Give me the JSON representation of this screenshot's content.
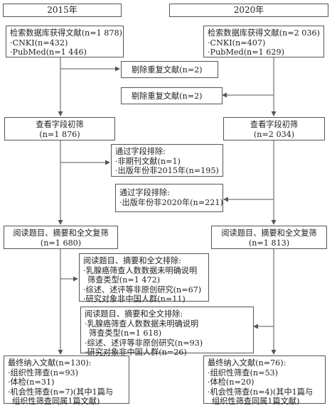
{
  "year_2015": {
    "header": "2015年",
    "search": {
      "title": "检索数据库获得文献(n=1 878)",
      "items": [
        "·CNKI(n=432)",
        "·PubMed(n=1 446)"
      ]
    },
    "dedup": "剔除重复文献(n=2)",
    "screen": {
      "title": "查看字段初筛",
      "count": "(n=1 876)"
    },
    "exclude1": {
      "title": "通过字段排除:",
      "items": [
        "·非期刊文献(n=1)",
        "·出版年份非2015年(n=195)"
      ]
    },
    "review": {
      "title": "阅读题目、摘要和全文复筛",
      "count": "(n=1 680)"
    },
    "exclude2": {
      "title": "阅读题目、摘要和全文排除:",
      "items": [
        "·乳腺癌筛查人数数据未明确说明",
        "筛查类型(n=1 472)",
        "·综述、述评等非原创研究(n=67)",
        "·研究对象非中国人群(n=11)"
      ]
    },
    "final": {
      "title": "最终纳入文献(n=130):",
      "items": [
        "·组织性筛查(n=93)",
        "·体检(n=31)",
        "·机会性筛查(n=7)(其中1篇与",
        "组织性筛查同属1篇文献)"
      ]
    }
  },
  "year_2020": {
    "header": "2020年",
    "search": {
      "title": "检索数据库获得文献(n=2 036)",
      "items": [
        "·CNKI(n=407)",
        "·PubMed(n=1 629)"
      ]
    },
    "dedup": "剔除重复文献(n=2)",
    "screen": {
      "title": "查看字段初筛",
      "count": "(n=2 034)"
    },
    "exclude1": {
      "title": "通过字段排除:",
      "items": [
        "·出版年份非2020年(n=221)"
      ]
    },
    "review": {
      "title": "阅读题目、摘要和全文复筛",
      "count": "(n=1 813)"
    },
    "exclude2": {
      "title": "阅读题目、摘要和全文排除:",
      "items": [
        "·乳腺癌筛查人数数据未明确说明",
        "筛查类型(n=1 618)",
        "·综述、述评等非原创研究(n=93)",
        "·研究对象非中国人群(n=26)"
      ]
    },
    "final": {
      "title": "最终纳入文献(n=76):",
      "items": [
        "·组织性筛查(n=53)",
        "·体检(n=20)",
        "·机会性筛查(n=4)(其中1篇与",
        "组织性筛查同属1篇文献)"
      ]
    }
  },
  "colors": {
    "line": "#555555",
    "text": "#222222"
  }
}
